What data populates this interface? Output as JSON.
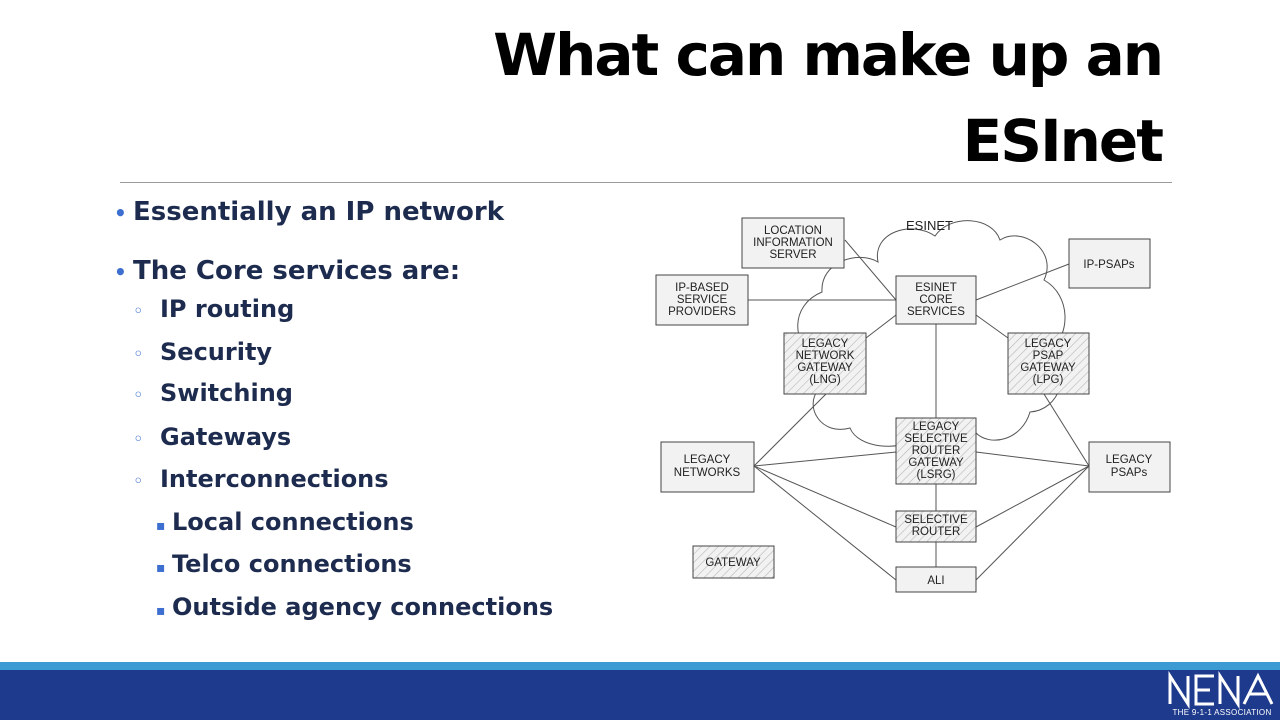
{
  "title": {
    "line1": "What can make up an",
    "line2": "ESInet"
  },
  "bullets": {
    "level1": [
      "Essentially an IP network",
      "The Core services are:"
    ],
    "level2": [
      "IP routing",
      "Security",
      "Switching",
      "Gateways",
      "Interconnections"
    ],
    "level3": [
      "Local connections",
      "Telco connections",
      "Outside agency connections"
    ]
  },
  "diagram": {
    "cloud_label": "ESINET",
    "lis": [
      "LOCATION",
      "INFORMATION",
      "SERVER"
    ],
    "ipbsp": [
      "IP-BASED",
      "SERVICE",
      "PROVIDERS"
    ],
    "core": [
      "ESINET",
      "CORE",
      "SERVICES"
    ],
    "ippsaps": [
      "IP-PSAPs"
    ],
    "lng": [
      "LEGACY",
      "NETWORK",
      "GATEWAY",
      "(LNG)"
    ],
    "lpg": [
      "LEGACY",
      "PSAP",
      "GATEWAY",
      "(LPG)"
    ],
    "lsrg": [
      "LEGACY",
      "SELECTIVE",
      "ROUTER",
      "GATEWAY",
      "(LSRG)"
    ],
    "legacy_networks": [
      "LEGACY",
      "NETWORKS"
    ],
    "legacy_psaps": [
      "LEGACY",
      "PSAPs"
    ],
    "selective_router": [
      "SELECTIVE",
      "ROUTER"
    ],
    "gateway": [
      "GATEWAY"
    ],
    "ali": [
      "ALI"
    ]
  },
  "footer": {
    "logo_text": "NENA",
    "tagline": "THE 9-1-1 ASSOCIATION",
    "colors": {
      "bar": "#1e3a8c",
      "stripe": "#3d9bd3"
    }
  }
}
